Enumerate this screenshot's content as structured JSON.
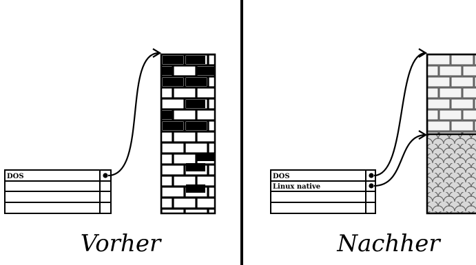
{
  "left_panel": {
    "caption": "Vorher",
    "table_rows": [
      "DOS",
      "",
      "",
      ""
    ]
  },
  "right_panel": {
    "caption": "Nachher",
    "table_rows": [
      "DOS",
      "Linux native",
      "",
      ""
    ]
  }
}
